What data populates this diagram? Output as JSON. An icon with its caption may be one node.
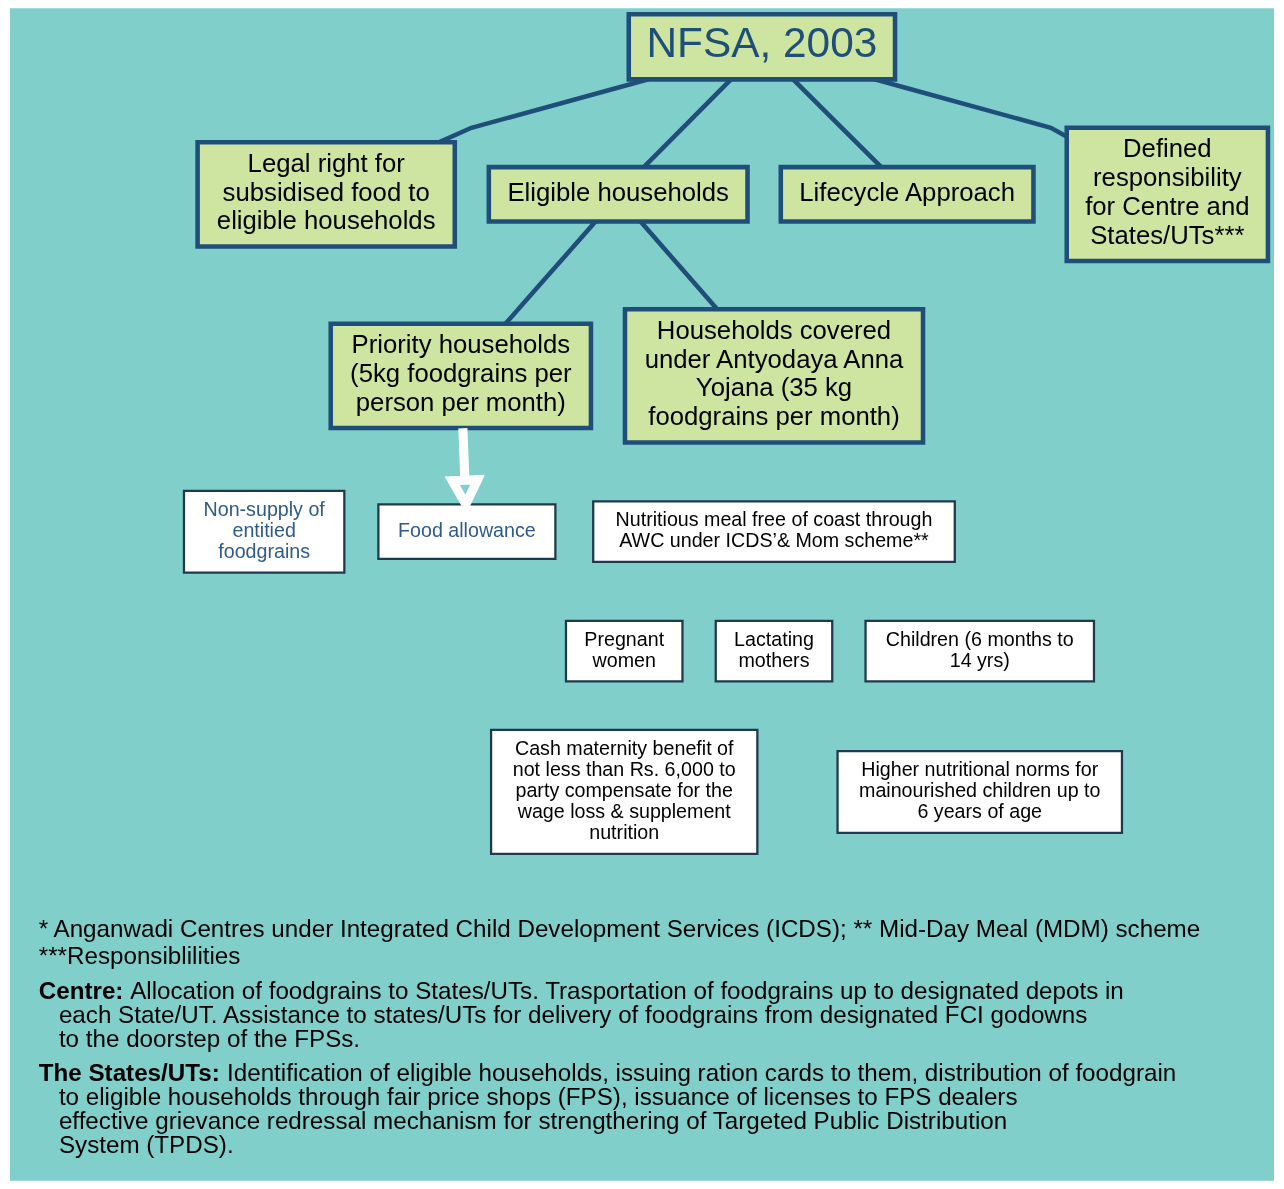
{
  "diagram": {
    "nodes": [
      {
        "text": [
          "NFSA, 2003"
        ]
      },
      {
        "text": [
          "Legal right for subsidised food to eligible households"
        ]
      },
      {
        "text": [
          "Eligible households"
        ]
      },
      {
        "text": [
          "Lifecycle Approach"
        ]
      },
      {
        "text": [
          "Defined responsibility for Centre and States/UTs***"
        ]
      },
      {
        "text": [
          "Priority households (5kg foodgrains per person per month)"
        ]
      },
      {
        "text": [
          "Households covered under Antyodaya Anna Yojana (35 kg foodgrains per month)"
        ]
      },
      {
        "text": [
          "Non-supply of entitied foodgrains"
        ]
      },
      {
        "text": [
          "Food allowance"
        ]
      },
      {
        "text": [
          "Nutritious meal free of coast through AWC under ICDS’& Mom scheme**"
        ]
      },
      {
        "text": [
          "Pregnant women"
        ]
      },
      {
        "text": [
          "Lactating mothers"
        ]
      },
      {
        "text": [
          "Children (6 months to 14 yrs)"
        ]
      },
      {
        "text": [
          "Cash maternity benefit of not less than Rs. 6,000 to party compensate for the wage loss & supplement nutrition"
        ]
      },
      {
        "text": [
          "Higher nutritional norms for mainourished children up to 6 years of age"
        ]
      }
    ],
    "edges": [
      {
        "from": 0,
        "to": 1,
        "arrow": "none"
      },
      {
        "from": 0,
        "to": 2,
        "arrow": "none"
      },
      {
        "from": 0,
        "to": 3,
        "arrow": "none"
      },
      {
        "from": 0,
        "to": 4,
        "arrow": "none"
      },
      {
        "from": 2,
        "to": 5,
        "arrow": "none"
      },
      {
        "from": 2,
        "to": 6,
        "arrow": "none"
      },
      {
        "from": 5,
        "to": 8,
        "arrow": "to",
        "style": "thick",
        "color": "#ffffff"
      }
    ],
    "labels": [
      "* Anganwadi Centres under Integrated Child Development Services (ICDS); ** Mid-Day Meal (MDM) scheme ***Responsiblilities",
      "Centre:",
      "Allocation of foodgrains to States/UTs. Trasportation of foodgrains up to designated depots in each State/UT. Assistance to states/UTs for delivery of foodgrains from designated FCI godowns to the doorstep of the FPSs.",
      "The States/UTs:",
      "Identification of eligible households, issuing ration cards to them, distribution of foodgrain to eligible households through fair price shops (FPS), issuance of licenses to FPS dealers effective grievance redressal mechanism for strengthering of Targeted Public Distribution System (TPDS)."
    ]
  }
}
